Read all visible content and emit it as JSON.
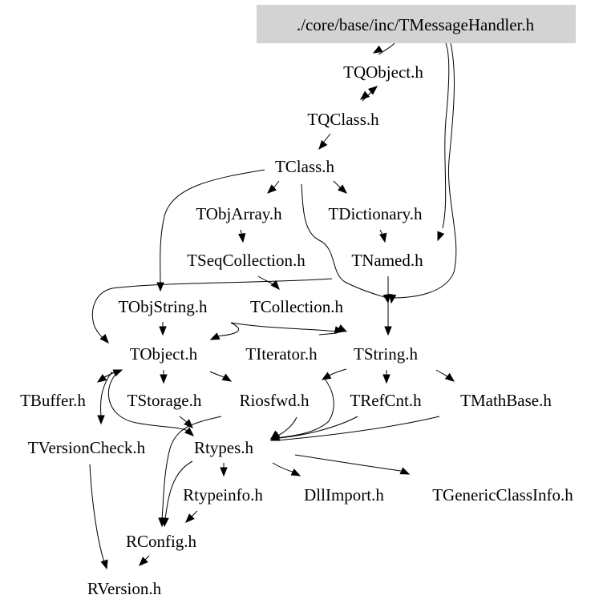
{
  "diagram": {
    "root": "./core/base/inc/TMessageHandler.h",
    "root_fill": "#d3d3d3",
    "nodes": [
      {
        "id": "root",
        "label": "./core/base/inc/TMessageHandler.h"
      },
      {
        "id": "tqobject",
        "label": "TQObject.h"
      },
      {
        "id": "tqclass",
        "label": "TQClass.h"
      },
      {
        "id": "tclass",
        "label": "TClass.h"
      },
      {
        "id": "tobjarray",
        "label": "TObjArray.h"
      },
      {
        "id": "tdictionary",
        "label": "TDictionary.h"
      },
      {
        "id": "tseqcollection",
        "label": "TSeqCollection.h"
      },
      {
        "id": "tnamed",
        "label": "TNamed.h"
      },
      {
        "id": "tobjstring",
        "label": "TObjString.h"
      },
      {
        "id": "tcollection",
        "label": "TCollection.h"
      },
      {
        "id": "tobject",
        "label": "TObject.h"
      },
      {
        "id": "titerator",
        "label": "TIterator.h"
      },
      {
        "id": "tstring",
        "label": "TString.h"
      },
      {
        "id": "tbuffer",
        "label": "TBuffer.h"
      },
      {
        "id": "tstorage",
        "label": "TStorage.h"
      },
      {
        "id": "riosfwd",
        "label": "Riosfwd.h"
      },
      {
        "id": "trefcnt",
        "label": "TRefCnt.h"
      },
      {
        "id": "tmathbase",
        "label": "TMathBase.h"
      },
      {
        "id": "tversioncheck",
        "label": "TVersionCheck.h"
      },
      {
        "id": "rtypes",
        "label": "Rtypes.h"
      },
      {
        "id": "rtypeinfo",
        "label": "Rtypeinfo.h"
      },
      {
        "id": "dllimport",
        "label": "DllImport.h"
      },
      {
        "id": "tgenericclassinfo",
        "label": "TGenericClassInfo.h"
      },
      {
        "id": "rconfig",
        "label": "RConfig.h"
      },
      {
        "id": "rversion",
        "label": "RVersion.h"
      }
    ],
    "edges": [
      [
        "root",
        "tqobject"
      ],
      [
        "root",
        "tnamed"
      ],
      [
        "root",
        "tstring"
      ],
      [
        "tqobject",
        "tqclass"
      ],
      [
        "tqclass",
        "tqobject"
      ],
      [
        "tqclass",
        "tclass"
      ],
      [
        "tclass",
        "tobjarray"
      ],
      [
        "tclass",
        "tdictionary"
      ],
      [
        "tclass",
        "tobjstring"
      ],
      [
        "tclass",
        "tstring"
      ],
      [
        "tobjarray",
        "tseqcollection"
      ],
      [
        "tseqcollection",
        "tcollection"
      ],
      [
        "tseqcollection",
        "tobject"
      ],
      [
        "tdictionary",
        "tnamed"
      ],
      [
        "tnamed",
        "tstring"
      ],
      [
        "tobjstring",
        "tobject"
      ],
      [
        "tcollection",
        "tobject"
      ],
      [
        "tcollection",
        "tstring"
      ],
      [
        "titerator",
        "tstring"
      ],
      [
        "tobject",
        "tbuffer"
      ],
      [
        "tobject",
        "tstorage"
      ],
      [
        "tobject",
        "riosfwd"
      ],
      [
        "tobject",
        "tversioncheck"
      ],
      [
        "tobject",
        "rtypes"
      ],
      [
        "tbuffer",
        "tobject"
      ],
      [
        "tstring",
        "trefcnt"
      ],
      [
        "tstring",
        "tmathbase"
      ],
      [
        "tstring",
        "riosfwd"
      ],
      [
        "tstring",
        "rtypes"
      ],
      [
        "tstorage",
        "rtypes"
      ],
      [
        "riosfwd",
        "rtypes"
      ],
      [
        "riosfwd",
        "rconfig"
      ],
      [
        "trefcnt",
        "rtypes"
      ],
      [
        "tmathbase",
        "rtypes"
      ],
      [
        "rtypes",
        "rtypeinfo"
      ],
      [
        "rtypes",
        "dllimport"
      ],
      [
        "rtypes",
        "tgenericclassinfo"
      ],
      [
        "rtypes",
        "rconfig"
      ],
      [
        "rtypeinfo",
        "rconfig"
      ],
      [
        "tversioncheck",
        "rversion"
      ],
      [
        "rconfig",
        "rversion"
      ]
    ]
  }
}
